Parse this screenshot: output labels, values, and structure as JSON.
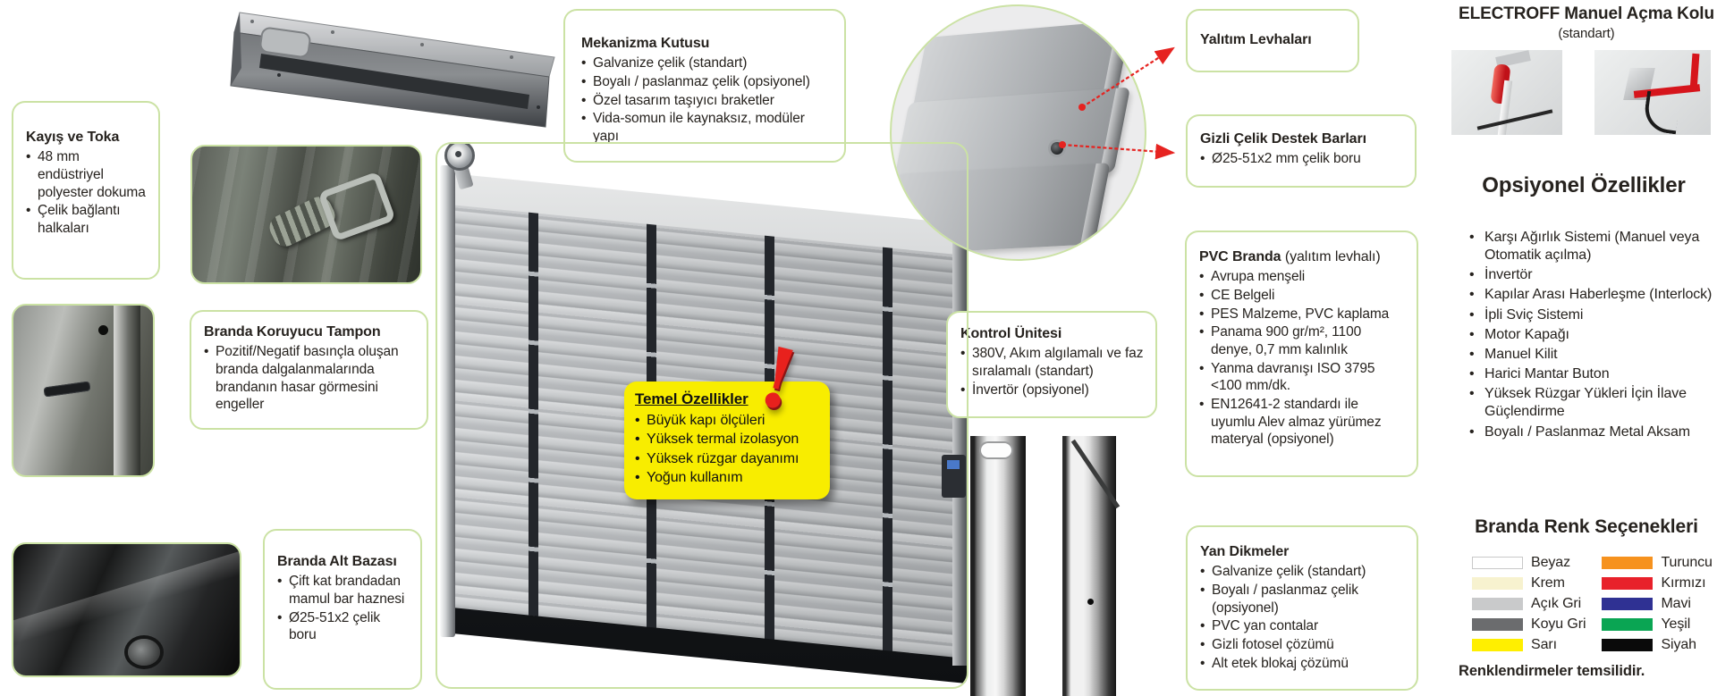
{
  "boxes": {
    "kayis": {
      "title": "Kayış ve Toka",
      "items": [
        "48 mm endüstriyel polyester dokuma",
        "Çelik bağlantı halkaları"
      ]
    },
    "mekanizma": {
      "title": "Mekanizma Kutusu",
      "items": [
        "Galvanize çelik (standart)",
        "Boyalı / paslanmaz çelik (opsiyonel)",
        "Özel tasarım taşıyıcı braketler",
        "Vida-somun ile kaynaksız, modüler yapı"
      ]
    },
    "tampon": {
      "title": "Branda Koruyucu Tampon",
      "items": [
        "Pozitif/Negatif basınçla oluşan branda dalgalanmalarında brandanın hasar görmesini engeller"
      ]
    },
    "altbaza": {
      "title": "Branda Alt Bazası",
      "items": [
        "Çift kat brandadan mamul bar haznesi",
        "Ø25-51x2 çelik boru"
      ]
    },
    "temel": {
      "title": "Temel Özellikler",
      "items": [
        "Büyük kapı ölçüleri",
        "Yüksek termal izolasyon",
        "Yüksek rüzgar dayanımı",
        "Yoğun kullanım"
      ]
    },
    "kontrol": {
      "title": "Kontrol Ünitesi",
      "items": [
        "380V, Akım algılamalı ve faz sıralamalı (standart)",
        "İnvertör (opsiyonel)"
      ]
    },
    "yalitim": {
      "title": "Yalıtım Levhaları"
    },
    "gizli": {
      "title": "Gizli Çelik Destek Barları",
      "items": [
        "Ø25-51x2 mm çelik boru"
      ]
    },
    "pvc": {
      "title": "PVC Branda",
      "title_note": "(yalıtım levhalı)",
      "items": [
        "Avrupa menşeli",
        "CE Belgeli",
        "PES Malzeme, PVC kaplama",
        "Panama 900 gr/m², 1100 denye, 0,7 mm kalınlık",
        "Yanma davranışı ISO 3795 <100 mm/dk.",
        "EN12641-2 standardı ile uyumlu Alev almaz yürümez materyal (opsiyonel)"
      ]
    },
    "yandikme": {
      "title": "Yan Dikmeler",
      "items": [
        "Galvanize çelik (standart)",
        "Boyalı / paslanmaz çelik (opsiyonel)",
        "PVC yan contalar",
        "Gizli fotosel çözümü",
        "Alt etek blokaj çözümü"
      ]
    }
  },
  "right_panel": {
    "electroff_title": "ELECTROFF Manuel Açma Kolu",
    "electroff_subtitle": "(standart)",
    "optional_title": "Opsiyonel Özellikler",
    "optional_items": [
      "Karşı Ağırlık Sistemi (Manuel veya Otomatik açılma)",
      "İnvertör",
      "Kapılar Arası Haberleşme (Interlock)",
      "İpli Sviç Sistemi",
      "Motor Kapağı",
      "Manuel Kilit",
      "Harici Mantar Buton",
      "Yüksek Rüzgar Yükleri İçin İlave Güçlendirme",
      "Boyalı / Paslanmaz Metal Aksam"
    ],
    "colors_title": "Branda Renk Seçenekleri",
    "colors_note": "Renklendirmeler temsilidir.",
    "colors_left": [
      {
        "label": "Beyaz",
        "hex": "#ffffff",
        "border": "#c9c9c9"
      },
      {
        "label": "Krem",
        "hex": "#f7f2cf"
      },
      {
        "label": "Açık Gri",
        "hex": "#c9cacb"
      },
      {
        "label": "Koyu Gri",
        "hex": "#6b6c6e"
      },
      {
        "label": "Sarı",
        "hex": "#ffef00"
      }
    ],
    "colors_right": [
      {
        "label": "Turuncu",
        "hex": "#f6921e"
      },
      {
        "label": "Kırmızı",
        "hex": "#e8212a"
      },
      {
        "label": "Mavi",
        "hex": "#2f3193"
      },
      {
        "label": "Yeşil",
        "hex": "#0aa553"
      },
      {
        "label": "Siyah",
        "hex": "#0a0a0a"
      }
    ],
    "exclamation": "!"
  },
  "theme": {
    "accent_green": "#cbe2a4",
    "highlight_yellow": "#f8ed00",
    "arrow_red": "#e62320"
  }
}
